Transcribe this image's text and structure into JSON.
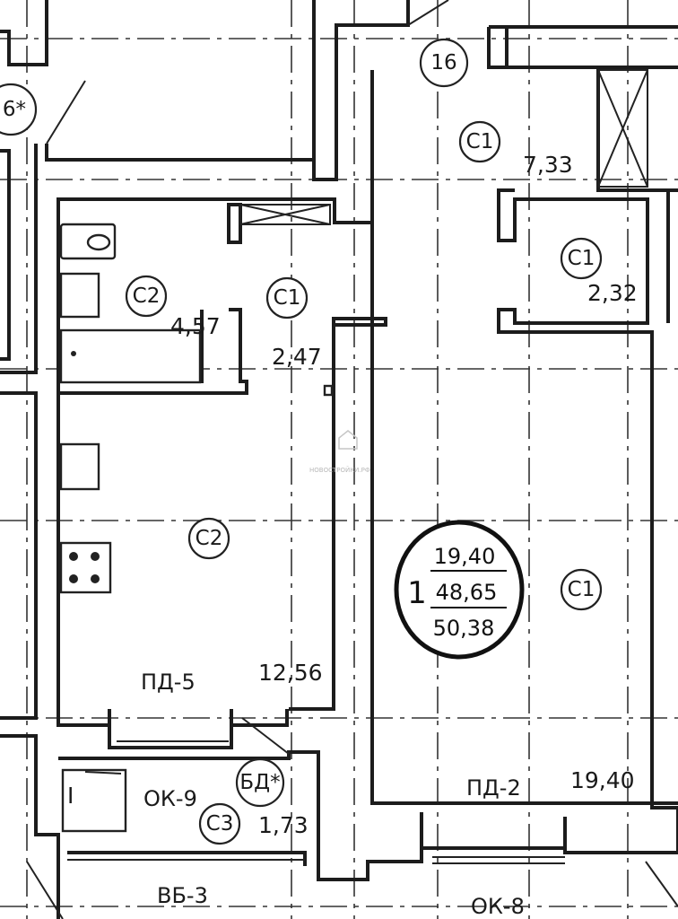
{
  "rooms": {
    "corridor": {
      "badge": "С1",
      "area": "7,33"
    },
    "storage": {
      "badge": "С1",
      "area": "2,32"
    },
    "bathroom": {
      "badge": "С2",
      "area": "4,57"
    },
    "hallway": {
      "badge": "С1",
      "area": "2,47"
    },
    "kitchen": {
      "badge": "С2",
      "area": "12,56"
    },
    "living_room": {
      "badge": "С1",
      "area": "19,40"
    },
    "balcony": {
      "badge": "С3",
      "area": "1,73"
    }
  },
  "markers": {
    "top_axis": "16",
    "left_axis": "6*",
    "balcony_door": "БД*"
  },
  "openings": {
    "kitchen_door": "ПД-5",
    "living_door": "ПД-2",
    "balcony_window": "ОК-9",
    "living_window": "ОК-8",
    "balcony_block": "ВБ-3"
  },
  "apartment": {
    "number": "1",
    "living_area": "19,40",
    "total_area": "48,65",
    "area_with_balcony": "50,38"
  },
  "watermark": "НОВОСТРОЙКИ.РФ"
}
